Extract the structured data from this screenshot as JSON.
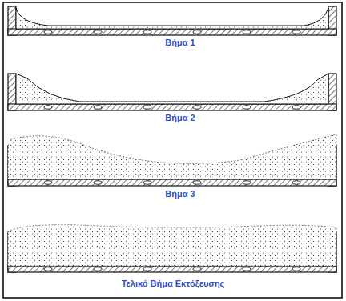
{
  "diagram": {
    "labels": [
      "Βήμα 1",
      "Βήμα 2",
      "Βήμα 3",
      "Τελικό Βήμα Εκτόξευσης"
    ]
  }
}
